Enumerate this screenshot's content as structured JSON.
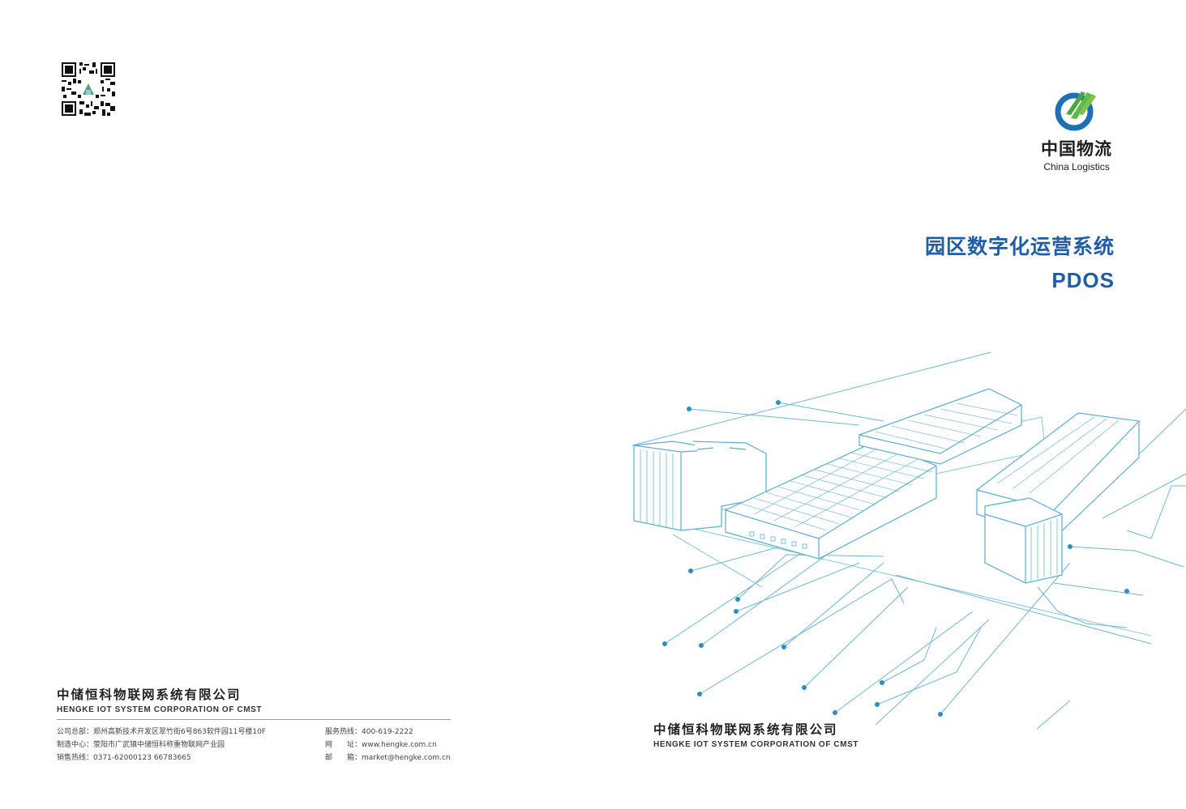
{
  "brand": {
    "name_cn": "中国物流",
    "name_en": "China Logistics",
    "colors": {
      "ring": "#1f6fb5",
      "leaf": "#5cba47",
      "title": "#1f5ea6",
      "lines": "#6bb8d6"
    }
  },
  "title": {
    "cn": "园区数字化运营系统",
    "en": "PDOS"
  },
  "company": {
    "name_cn": "中储恒科物联网系统有限公司",
    "name_en": "HENGKE IOT SYSTEM CORPORATION OF CMST"
  },
  "contacts": {
    "left": [
      "公司总部：郑州高新技术开发区翠竹街6号863软件园11号楼10F",
      "制造中心：荥阳市广武镇中储恒科称重物联网产业园",
      "销售热线：0371-62000123  66783665"
    ],
    "right": [
      "服务热线：400-619-2222",
      "网　　址：www.hengke.com.cn",
      "邮　　箱：market@hengke.com.cn"
    ]
  },
  "icons": {
    "qr": "qr-code-icon",
    "logo": "china-logistics-logo-icon",
    "illustration": "logistics-park-illustration"
  }
}
